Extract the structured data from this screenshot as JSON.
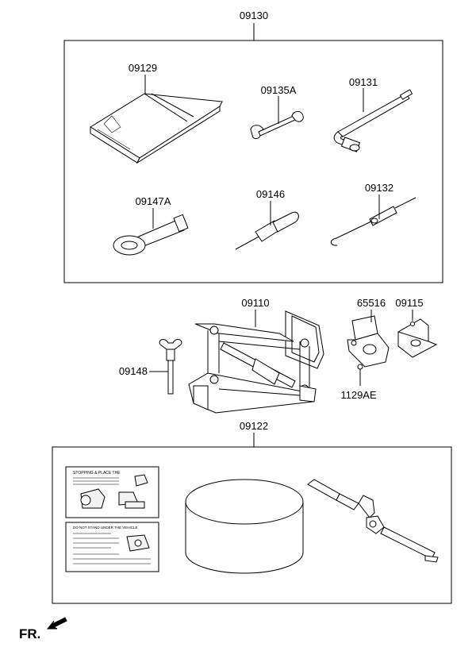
{
  "labels": {
    "kit_group": "09130",
    "tool_bag": "09129",
    "wrench": "09135A",
    "wheel_nut_wrench": "09131",
    "towing_hook": "09147A",
    "screwdriver": "09146",
    "jack_handle": "09132",
    "jack": "09110",
    "jack_bracket": "65516",
    "jack_bracket_b": "09115",
    "jack_bolt": "09148",
    "screw": "1129AE",
    "tire_kit_group": "09122",
    "fr": "FR."
  },
  "caution_label_1": {
    "lines": [
      "STOPPING & PLACE THE"
    ]
  },
  "caution_label_2": {
    "lines": [
      "DO NOT STAND UNDER THE VEHICLE"
    ]
  }
}
